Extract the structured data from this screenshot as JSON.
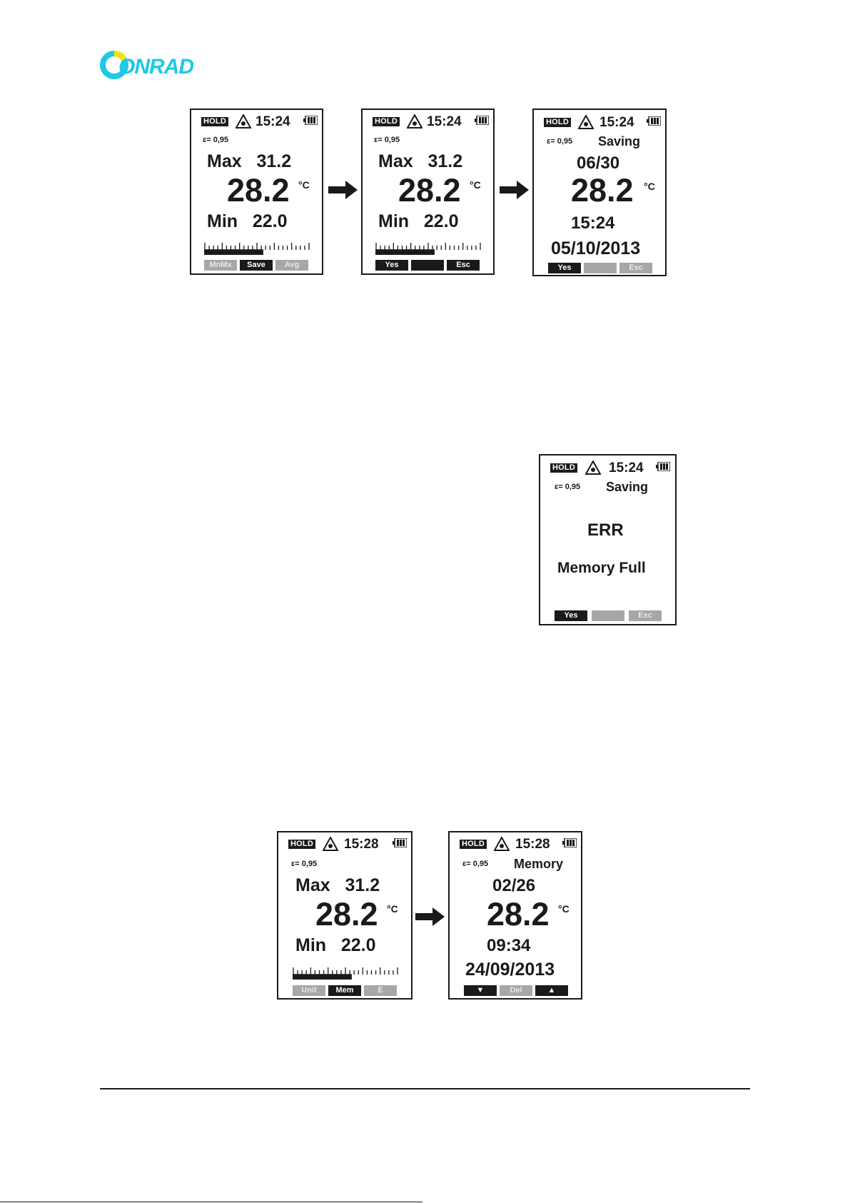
{
  "brand": {
    "name": "CONRAD"
  },
  "colors": {
    "brand_cyan": "#1ec8e6",
    "brand_yellow": "#f2e600",
    "ink": "#1a1a1a",
    "softkey_gray": "#a7a7a7"
  },
  "screens": [
    {
      "hold": "HOLD",
      "time": "15:24",
      "emissivity": "ε= 0,95",
      "max": "Max   31.2",
      "value": "28.2",
      "unit": "°C",
      "min": "Min   22.0",
      "bar_fill": 0.56,
      "softkeys": [
        "MnMx",
        "Save",
        "Avg"
      ]
    },
    {
      "hold": "HOLD",
      "time": "15:24",
      "emissivity": "ε= 0,95",
      "max": "Max   31.2",
      "value": "28.2",
      "unit": "°C",
      "min": "Min   22.0",
      "bar_fill": 0.56,
      "softkeys": [
        "Yes",
        "",
        "Esc"
      ]
    },
    {
      "hold": "HOLD",
      "time": "15:24",
      "emissivity": "ε= 0,95",
      "status": "Saving",
      "index": "06/30",
      "value": "28.2",
      "unit": "°C",
      "clock": "15:24",
      "date": "05/10/2013",
      "softkeys": [
        "Yes",
        "",
        "Esc"
      ]
    },
    {
      "hold": "HOLD",
      "time": "15:24",
      "emissivity": "ε= 0,95",
      "status": "Saving",
      "error": "ERR",
      "message": "Memory Full",
      "softkeys": [
        "Yes",
        "",
        "Esc"
      ]
    },
    {
      "hold": "HOLD",
      "time": "15:28",
      "emissivity": "ε= 0,95",
      "max": "Max   31.2",
      "value": "28.2",
      "unit": "°C",
      "min": "Min   22.0",
      "bar_fill": 0.56,
      "softkeys": [
        "Unit",
        "Mem",
        "E"
      ]
    },
    {
      "hold": "HOLD",
      "time": "15:28",
      "emissivity": "ε= 0,95",
      "status": "Memory",
      "index": "02/26",
      "value": "28.2",
      "unit": "°C",
      "clock": "09:34",
      "date": "24/09/2013",
      "softkeys": [
        "▼",
        "Del",
        "▲"
      ]
    }
  ]
}
